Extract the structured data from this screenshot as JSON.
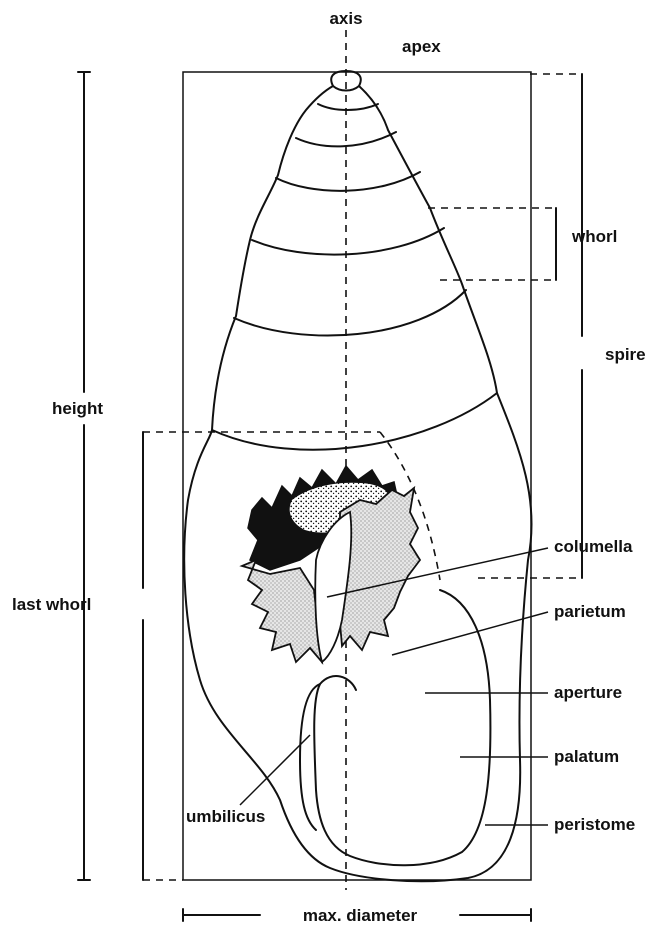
{
  "labels": {
    "axis": "axis",
    "apex": "apex",
    "whorl": "whorl",
    "spire": "spire",
    "height": "height",
    "last_whorl": "last whorl",
    "columella": "columella",
    "parietum": "parietum",
    "aperture": "aperture",
    "palatum": "palatum",
    "peristome": "peristome",
    "umbilicus": "umbilicus",
    "max_diameter": "max. diameter"
  }
}
